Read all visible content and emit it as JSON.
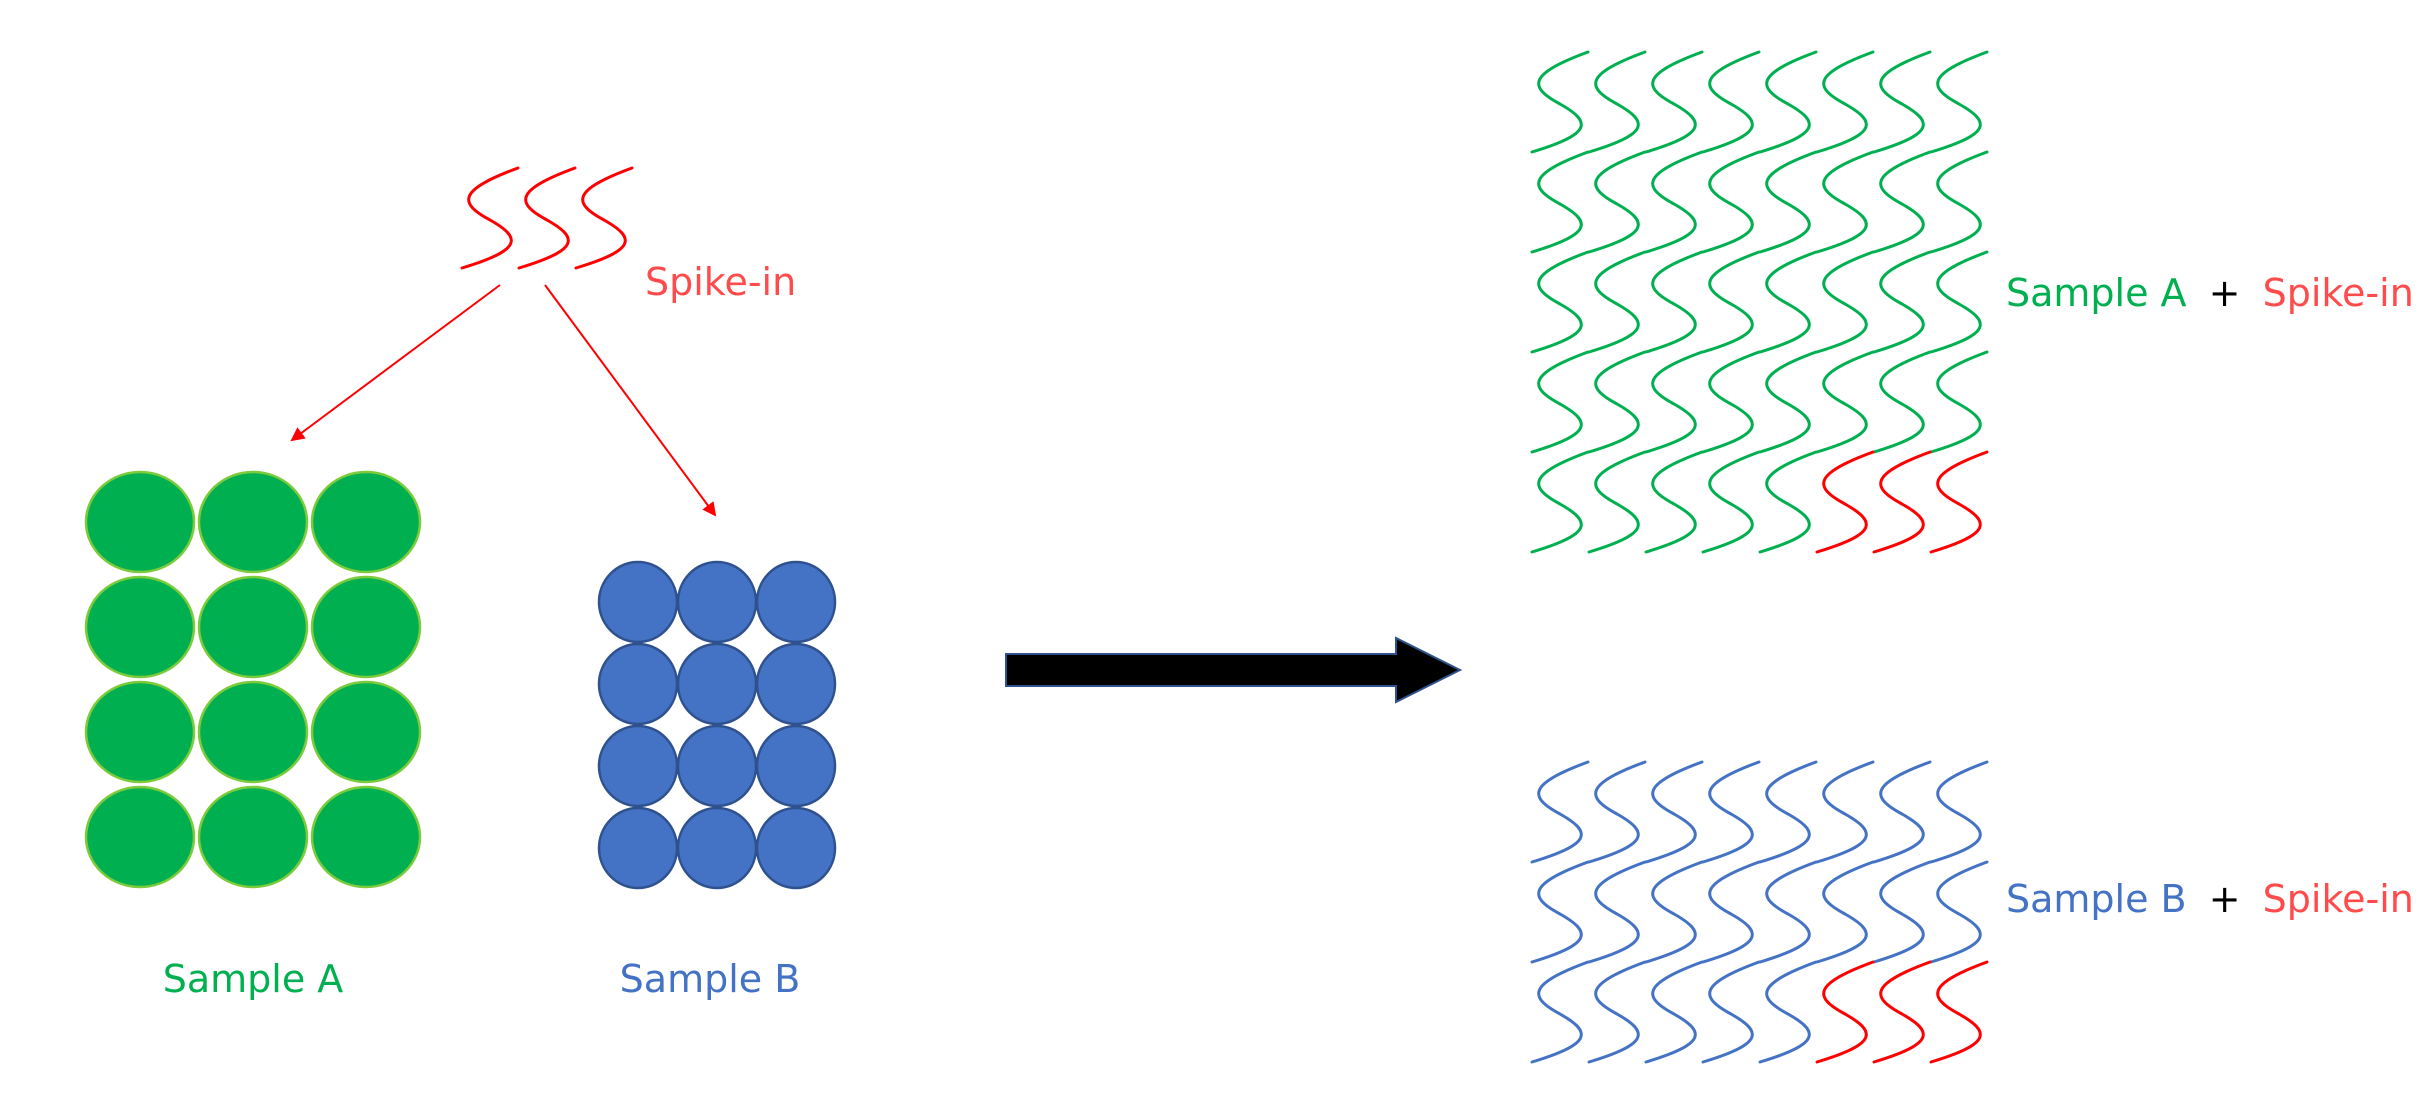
{
  "labels": {
    "spike_in": "Spike-in",
    "sample_a": "Sample A",
    "sample_b": "Sample B",
    "combined_a": {
      "sample": "Sample A",
      "plus": "+",
      "spike": "Spike-in"
    },
    "combined_b": {
      "sample": "Sample B",
      "plus": "+",
      "spike": "Spike-in"
    }
  },
  "colors": {
    "green": "#00B050",
    "green_text": "#00B050",
    "blue": "#4472C4",
    "blue_stroke": "#2F528F",
    "red": "#FF0000",
    "spike_text": "#FF4B4B",
    "plus": "#000000",
    "arrow": "#000000",
    "arrow_outline": "#2F528F"
  },
  "icons": {
    "spike_in_molecule": "s-wave-icon",
    "cell": "circle-cell-icon",
    "process_arrow": "block-arrow-right-icon"
  },
  "diagram": {
    "spike_in_wave_count": 3,
    "sample_a_cells": {
      "rows": 4,
      "cols": 3
    },
    "sample_b_cells": {
      "rows": 4,
      "cols": 3
    },
    "result_a_waves": {
      "rows": 5,
      "cols": 8,
      "spike_in_count": 3
    },
    "result_b_waves": {
      "rows": 3,
      "cols": 8,
      "spike_in_count": 3
    }
  }
}
